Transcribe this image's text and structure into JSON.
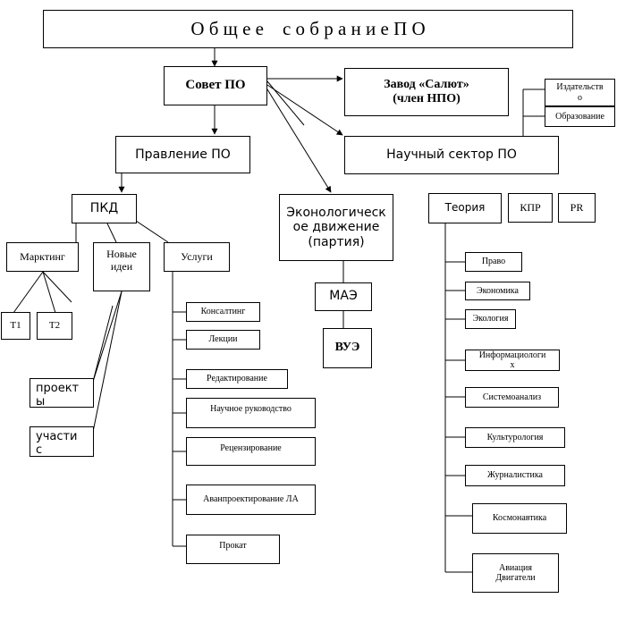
{
  "nodes": {
    "general": "О б щ е е    с о б р а н и е П О",
    "council": "Совет ПО",
    "salyut": "Завод «Салют»\n(член НПО)",
    "board": "Правление  ПО",
    "science": "Научный  сектор  ПО",
    "publishing": "Издательств\nо",
    "education": "Образование",
    "pkd": "ПКД",
    "eco": "Эконологическ\nое движение\n(партия)",
    "theory": "Теория",
    "kpr": "КПР",
    "pr": "PR",
    "marketing": "Марктинг",
    "ideas": "Новые\nидеи",
    "services": "Услуги",
    "t1": "Т1",
    "t2": "Т2",
    "mae": "МАЭ",
    "vue": "ВУЭ",
    "projects": "проект\nы",
    "participants": "участи\nс",
    "consulting": "Консалтинг",
    "lectures": "Лекции",
    "editing": "Редактирование",
    "supervision": "Научное руководство",
    "reviewing": "Рецензирование",
    "preproject": "Аванпроектирование ЛА",
    "rental": "Прокат",
    "law": "Право",
    "economics": "Экономика",
    "ecology": "Экология",
    "infology": "Информациологи\nх",
    "sysanalysis": "Системоанализ",
    "culturology": "Культурология",
    "journalism": "Журналистика",
    "cosmonautics": "Космонавтика",
    "aviation": "Авиация\nДвигатели"
  }
}
